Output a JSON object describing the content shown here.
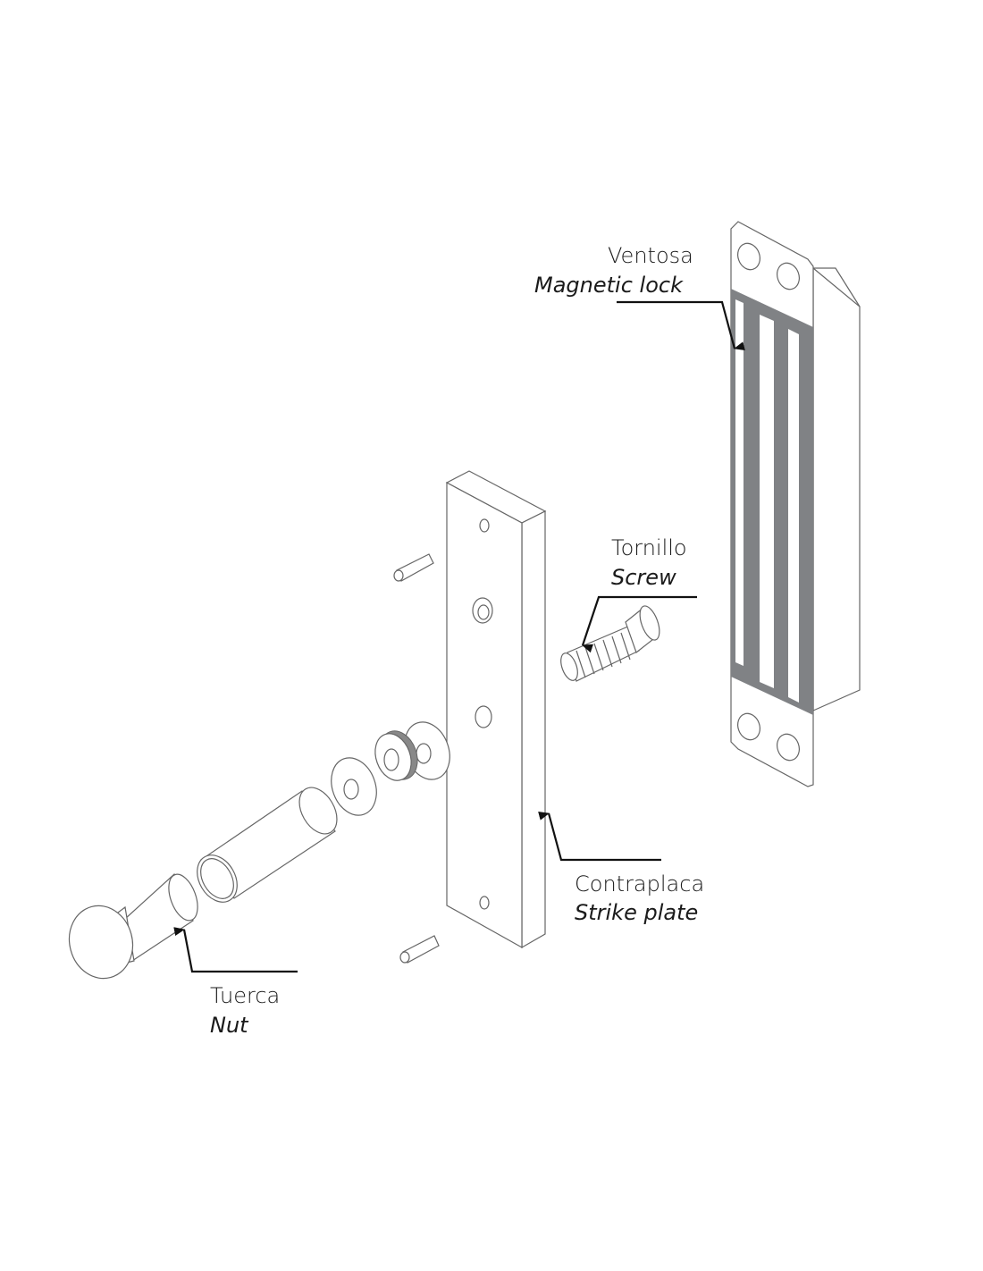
{
  "labels": {
    "magnetic_lock": {
      "es": "Ventosa",
      "en": "Magnetic lock"
    },
    "screw": {
      "es": "Tornillo",
      "en": "Screw"
    },
    "strike_plate": {
      "es": "Contraplaca",
      "en": "Strike plate"
    },
    "nut": {
      "es": "Tuerca",
      "en": "Nut"
    }
  },
  "colors": {
    "magnet_gray": "#808285",
    "line": "#666666"
  }
}
